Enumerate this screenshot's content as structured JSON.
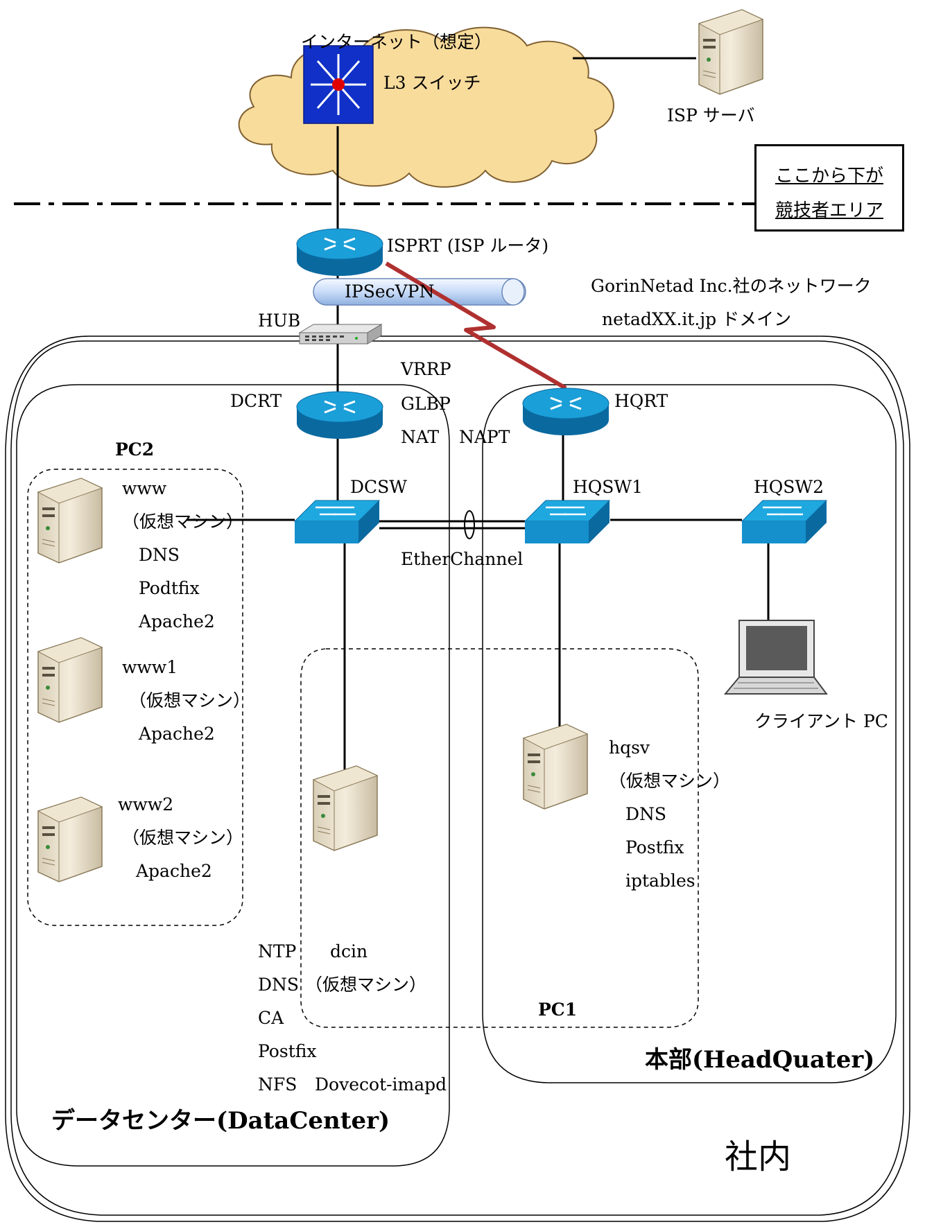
{
  "internet": {
    "cloud_label": "インターネット（想定）",
    "l3_switch_label": "L3 スイッチ"
  },
  "isp_server": {
    "label": "ISP サーバ"
  },
  "notice": {
    "line1": "ここから下が",
    "line2": "競技者エリア"
  },
  "isprt": {
    "label": "ISPRT (ISP ルータ)"
  },
  "vpn": {
    "label": "IPSecVPN"
  },
  "company": {
    "line1": "GorinNetad Inc.社のネットワーク",
    "line2": "netadXX.it.jp ドメイン"
  },
  "hub": {
    "label": "HUB"
  },
  "dcrt": {
    "label": "DCRT",
    "protocols": [
      "VRRP",
      "GLBP",
      "NAT"
    ]
  },
  "napt": {
    "label": "NAPT"
  },
  "hqrt": {
    "label": "HQRT"
  },
  "switches": {
    "dcsw": "DCSW",
    "hqsw1": "HQSW1",
    "hqsw2": "HQSW2"
  },
  "etherchannel": {
    "label": "EtherChannel"
  },
  "pc2": {
    "label": "PC2",
    "servers": [
      {
        "name": "www",
        "lines": [
          "（仮想マシン）",
          "DNS",
          "Podtfix",
          "Apache2"
        ]
      },
      {
        "name": "www1",
        "lines": [
          "（仮想マシン）",
          "Apache2"
        ]
      },
      {
        "name": "www2",
        "lines": [
          "（仮想マシン）",
          "Apache2"
        ]
      }
    ]
  },
  "dcin": {
    "name": "dcin",
    "vm": "（仮想マシン）",
    "services": [
      "NTP",
      "DNS",
      "CA",
      "Postfix",
      "NFS",
      "Dovecot-imapd"
    ]
  },
  "hqsv": {
    "name": "hqsv",
    "lines": [
      "（仮想マシン）",
      "DNS",
      "Postfix",
      "iptables"
    ]
  },
  "pc1": {
    "label": "PC1"
  },
  "client_pc": {
    "label": "クライアント PC"
  },
  "areas": {
    "headquarter": "本部(HeadQuater)",
    "datacenter": "データセンター(DataCenter)",
    "company": "社内"
  },
  "colors": {
    "cloud_fill": "#f8dc9c",
    "cloud_stroke": "#806030",
    "router_top": "#1b9fd8",
    "router_side": "#0a6aa0",
    "l3_switch_fill": "#1030c8",
    "vpn_link": "#b03030",
    "vpn_tube": "#c8dcf8"
  }
}
